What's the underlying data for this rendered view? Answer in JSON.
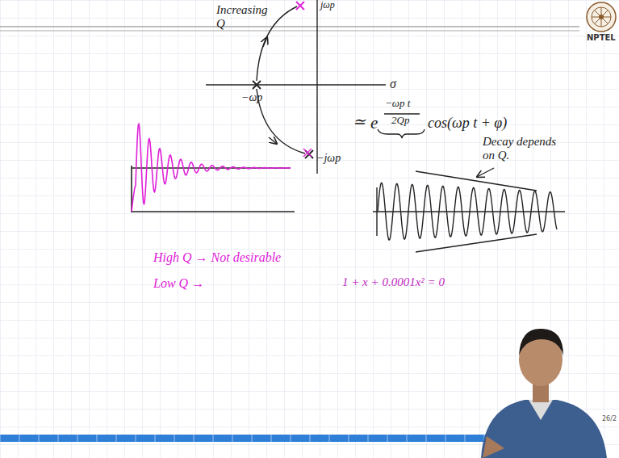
{
  "diagram": {
    "labels": [
      "NPTEL",
      "Increasing Q",
      "σ",
      "−ωp",
      "jωp",
      "−jωp",
      "≃",
      "e",
      "−ωp t",
      "2Qp",
      "cos(ωp t + φ)",
      "Decay depends on Q.",
      "High Q → Not desirable",
      "Low Q →",
      "1 + x + 0.0001x² = 0",
      "26/2"
    ]
  }
}
